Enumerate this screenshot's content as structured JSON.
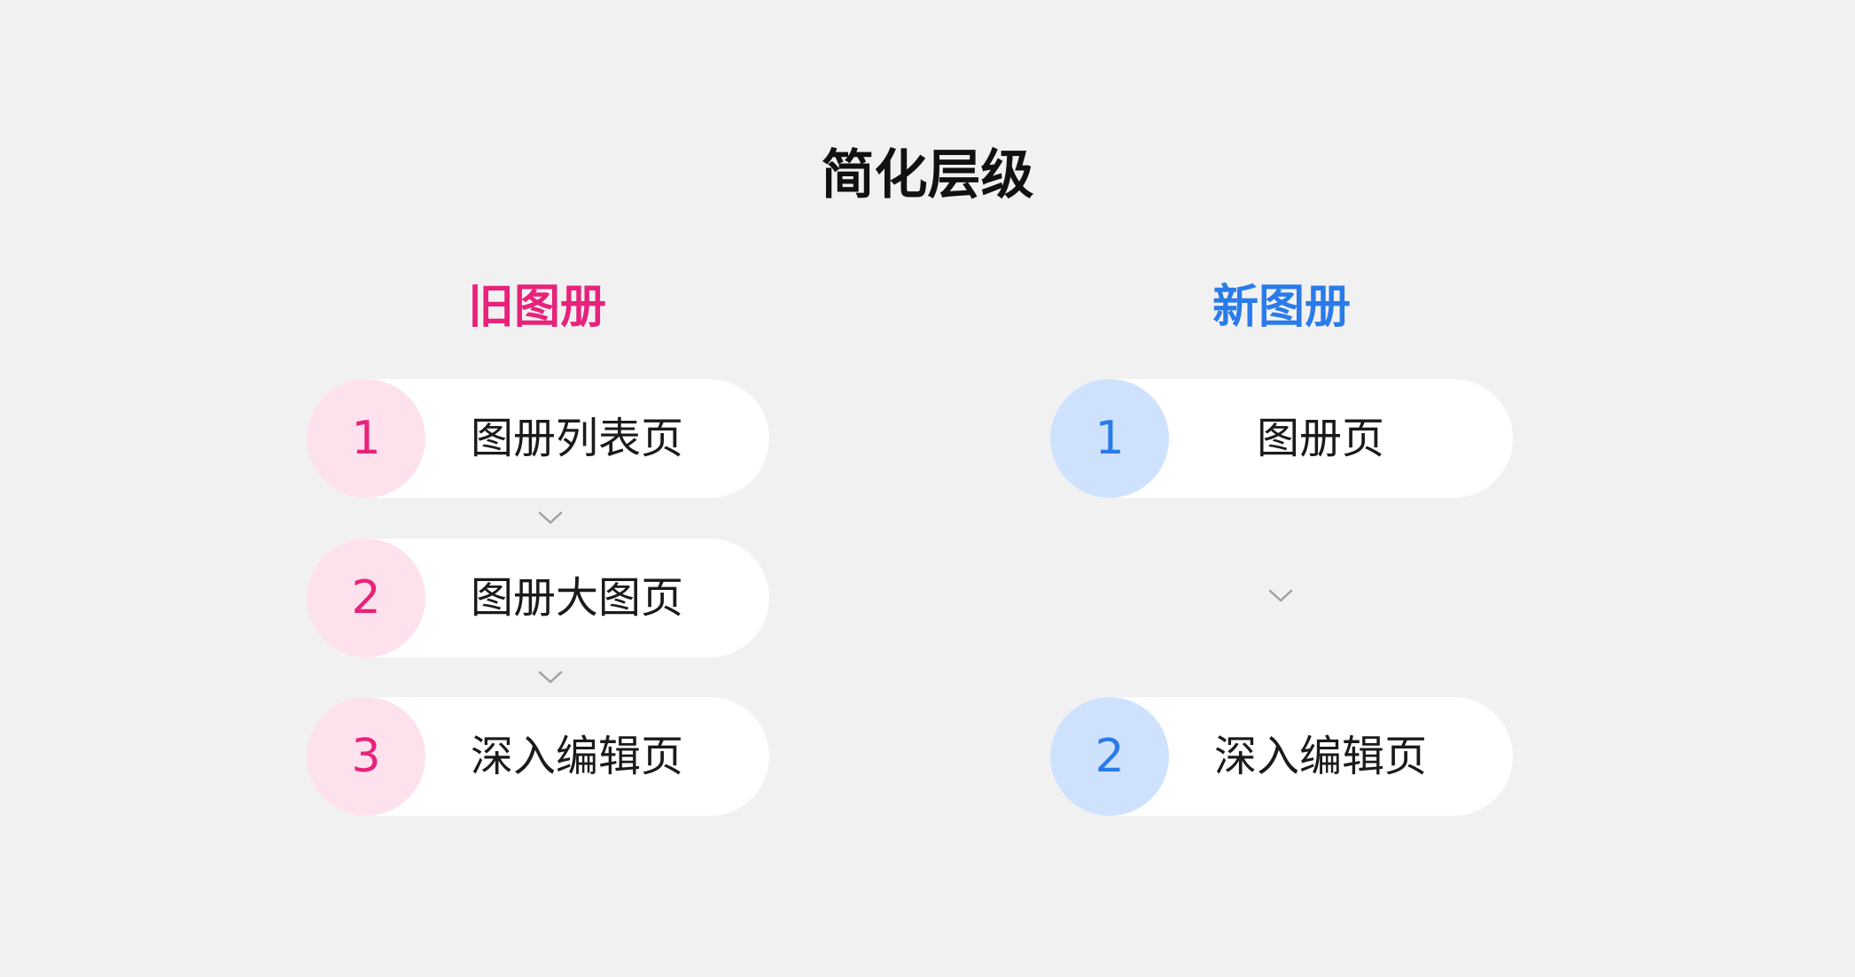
{
  "title": "简化层级",
  "old_album": {
    "title": "旧图册",
    "steps": [
      {
        "num": "1",
        "label": "图册列表页"
      },
      {
        "num": "2",
        "label": "图册大图页"
      },
      {
        "num": "3",
        "label": "深入编辑页"
      }
    ]
  },
  "new_album": {
    "title": "新图册",
    "steps": [
      {
        "num": "1",
        "label": "图册页"
      },
      {
        "num": "2",
        "label": "深入编辑页"
      }
    ]
  },
  "colors": {
    "background": "#f1f1f1",
    "old_accent": "#e8227a",
    "old_circle": "#fde1ec",
    "new_accent": "#2a7bea",
    "new_circle": "#cfe2fd",
    "arrow": "#a0a0a0"
  },
  "icons": {
    "arrow": "chevron-down-icon"
  }
}
